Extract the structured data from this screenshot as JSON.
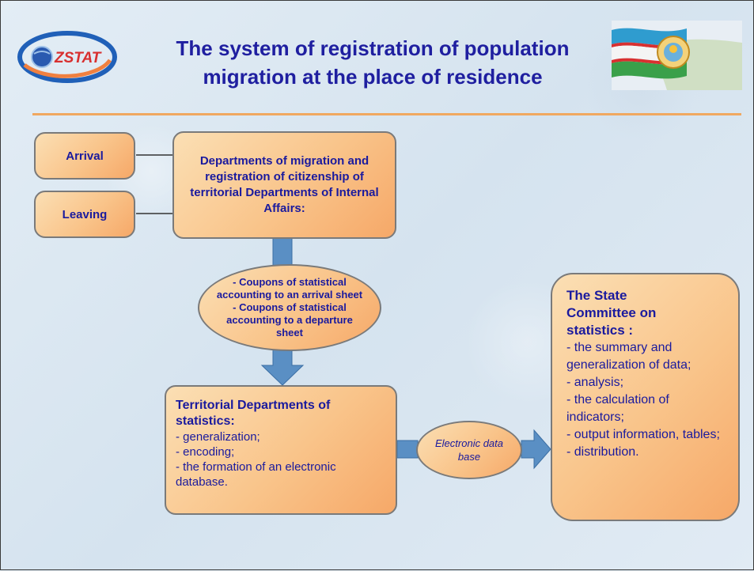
{
  "title": {
    "line1": "The system of registration of population",
    "line2": "migration at the place of residence"
  },
  "logo": {
    "text": "ZSTAT"
  },
  "boxes": {
    "arrival": "Arrival",
    "leaving": "Leaving",
    "departments": "Departments of migration and registration of citizenship of territorial Departments of Internal Affairs:",
    "coupons": [
      "- Coupons of statistical accounting to an arrival sheet",
      "- Coupons of statistical accounting to a departure sheet"
    ],
    "territorial": {
      "heading": "Territorial Departments of statistics:",
      "items": [
        "- generalization;",
        "- encoding;",
        "- the formation of an electronic database."
      ]
    },
    "electronic": "Electronic data base",
    "state": {
      "heading": "The State Committee on statistics :",
      "items": [
        "- the summary and generalization of data;",
        "- analysis;",
        "- the calculation of indicators;",
        "- output information, tables;",
        "- distribution."
      ]
    }
  },
  "colors": {
    "text": "#1a1a9e",
    "title": "#1f1fa0",
    "arrow": "#5a8fc4",
    "rule": "#f0a860",
    "box_fill_light": "#fbdfb4",
    "box_fill_dark": "#f6a868"
  },
  "icons": {
    "logo": "zstat-globe-logo",
    "flag": "uzbekistan-flag-emblem"
  }
}
